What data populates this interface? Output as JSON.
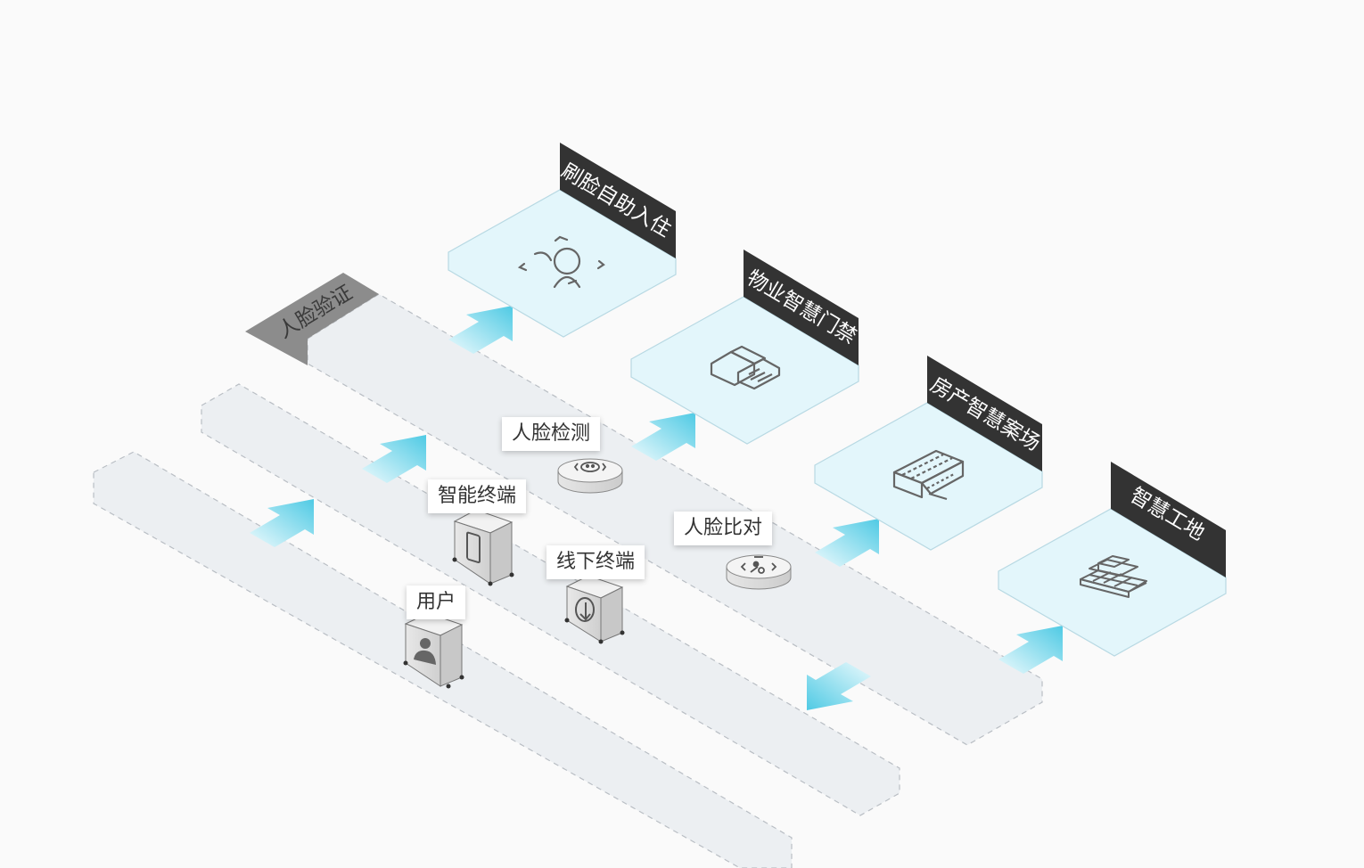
{
  "diagram": {
    "lane_label": "人脸验证",
    "nodes": {
      "face_detect": "人脸检测",
      "smart_terminal": "智能终端",
      "face_compare": "人脸比对",
      "offline_terminal": "线下终端",
      "user": "用户"
    },
    "scenarios": [
      {
        "label": "刷脸自助入住",
        "icon": "face-recognition-icon"
      },
      {
        "label": "物业智慧门禁",
        "icon": "access-gate-icon"
      },
      {
        "label": "房产智慧案场",
        "icon": "building-icon"
      },
      {
        "label": "智慧工地",
        "icon": "brick-wall-icon"
      }
    ],
    "colors": {
      "lane_fill": "#eceff2",
      "lane_border": "#b9bec4",
      "scenario_fill": "#e3f6fb",
      "scenario_border": "#b8d9e3",
      "label_banner": "#333333",
      "lane_label_banner": "#8c8c8c",
      "arrow_light": "#e8f9fd",
      "arrow_dark": "#53cbe5",
      "icon_stroke": "#666666"
    }
  }
}
